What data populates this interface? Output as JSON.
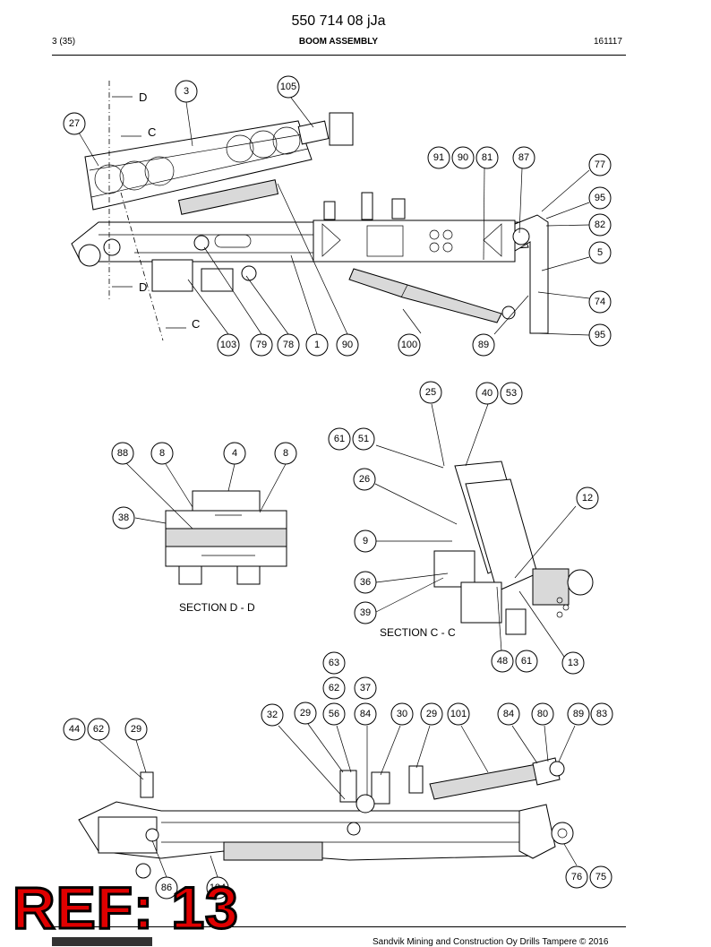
{
  "header": {
    "doc_number": "550 714 08 jJa",
    "page": "3 (35)",
    "title": "BOOM ASSEMBLY",
    "date": "161117"
  },
  "section_labels": {
    "d": "SECTION D - D",
    "c": "SECTION C - C"
  },
  "cut_marks": [
    "D",
    "C",
    "D",
    "C"
  ],
  "callouts": {
    "top_view": [
      "3",
      "105",
      "27",
      "91",
      "90",
      "81",
      "87",
      "77",
      "95",
      "82",
      "5",
      "74",
      "95",
      "103",
      "79",
      "78",
      "1",
      "90",
      "100",
      "89"
    ],
    "section_d": [
      "88",
      "8",
      "4",
      "8",
      "38"
    ],
    "section_c": [
      "25",
      "40",
      "53",
      "61",
      "51",
      "26",
      "12",
      "9",
      "36",
      "39",
      "48",
      "61",
      "13"
    ],
    "side_view": [
      "63",
      "62",
      "37",
      "32",
      "29",
      "56",
      "84",
      "30",
      "29",
      "101",
      "84",
      "80",
      "89",
      "83",
      "44",
      "62",
      "29",
      "86",
      "104",
      "76",
      "75"
    ]
  },
  "footer": {
    "copyright": "Sandvik Mining and Construction Oy Drills Tampere © 2016",
    "stamp": "REF: 13"
  }
}
